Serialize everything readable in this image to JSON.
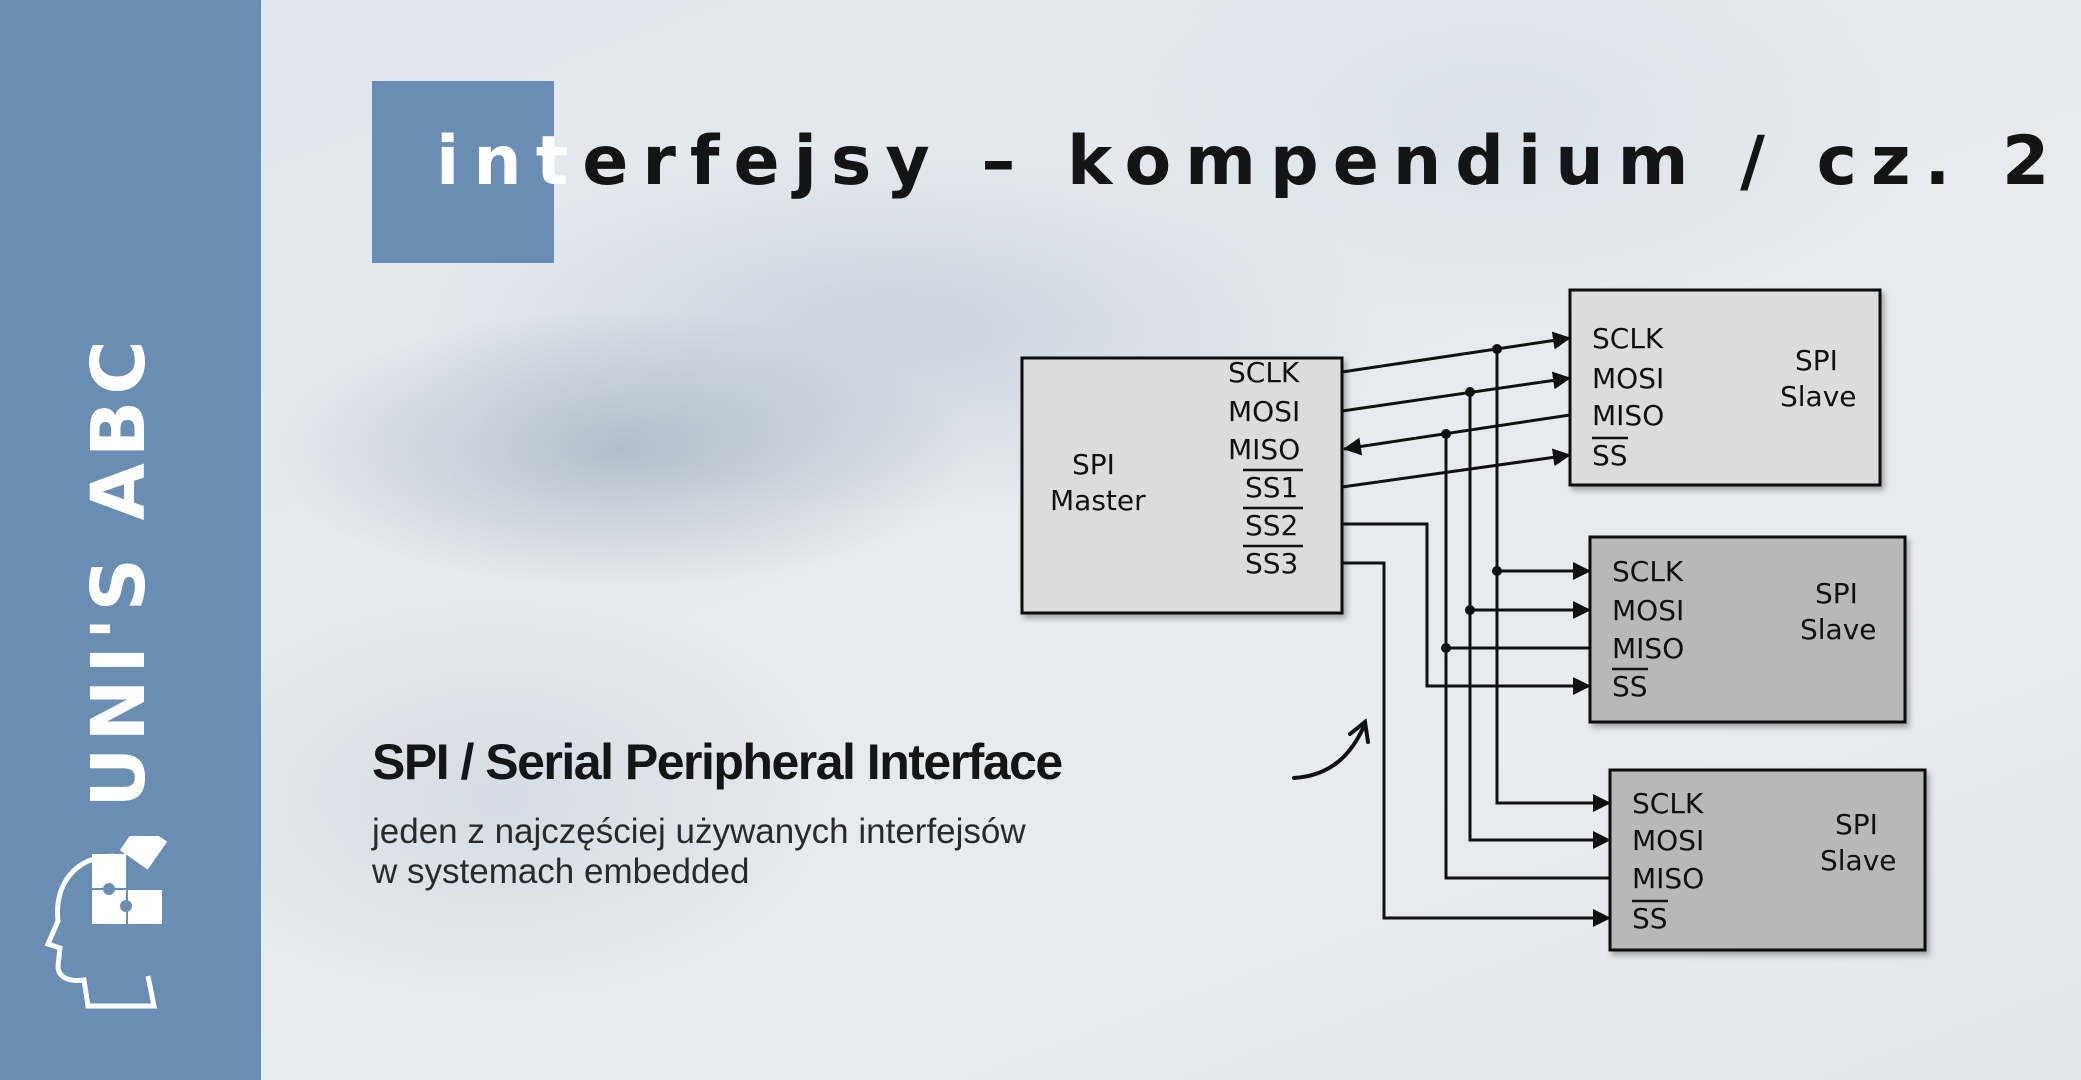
{
  "sidebar": {
    "brand": "UNI'S ABC",
    "logo_icon": "head-with-puzzle-icon"
  },
  "header": {
    "title_highlight": "int",
    "title_rest": "erfejsy – kompendium / cz. 2"
  },
  "content": {
    "heading": "SPI / Serial Peripheral Interface",
    "subtitle_line1": "jeden z najczęściej używanych interfejsów",
    "subtitle_line2": "w systemach embedded"
  },
  "diagram": {
    "master": {
      "name1": "SPI",
      "name2": "Master",
      "pins": [
        "SCLK",
        "MOSI",
        "MISO",
        "SS1",
        "SS2",
        "SS3"
      ]
    },
    "slaves": [
      {
        "name1": "SPI",
        "name2": "Slave",
        "pins": [
          "SCLK",
          "MOSI",
          "MISO",
          "SS"
        ]
      },
      {
        "name1": "SPI",
        "name2": "Slave",
        "pins": [
          "SCLK",
          "MOSI",
          "MISO",
          "SS"
        ]
      },
      {
        "name1": "SPI",
        "name2": "Slave",
        "pins": [
          "SCLK",
          "MOSI",
          "MISO",
          "SS"
        ]
      }
    ]
  },
  "colors": {
    "accent": "#6a8db3",
    "slave_light": "#dcdcdc",
    "slave_dark": "#b8b8b8"
  }
}
